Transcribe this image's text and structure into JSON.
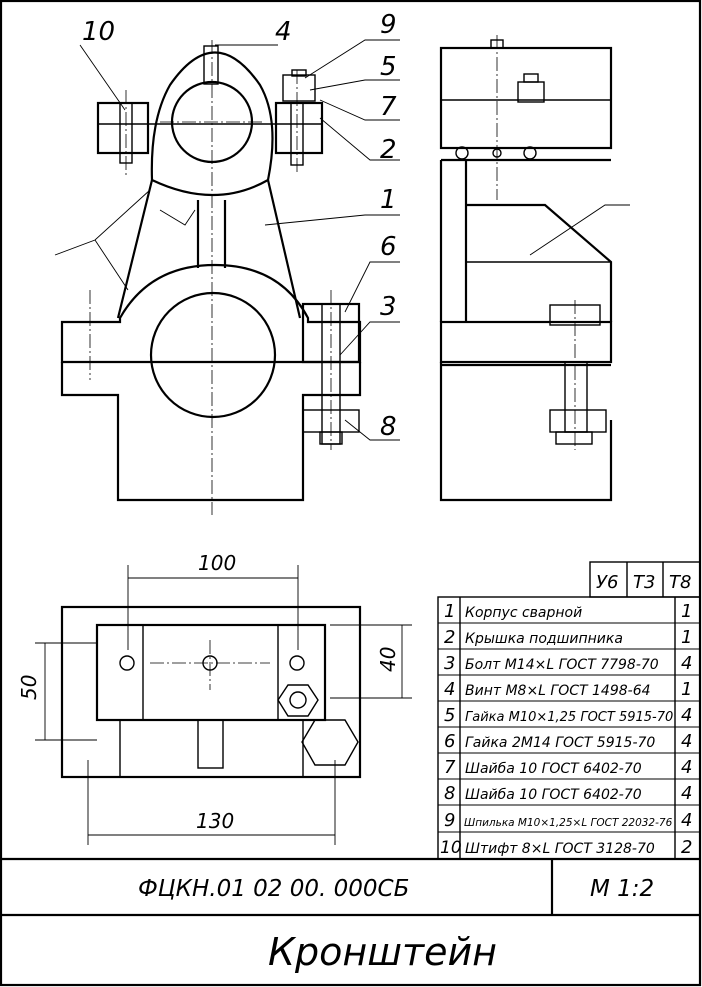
{
  "balloons": [
    "10",
    "4",
    "9",
    "5",
    "7",
    "2",
    "1",
    "6",
    "3",
    "8"
  ],
  "dimensions": {
    "width_top": "100",
    "height_left": "50",
    "height_right": "40",
    "width_bottom": "130"
  },
  "table": {
    "header": [
      "У6",
      "Т3",
      "Т8"
    ],
    "rows": [
      {
        "num": "1",
        "name": "Корпус сварной",
        "qty": "1"
      },
      {
        "num": "2",
        "name": "Крышка подшипника",
        "qty": "1"
      },
      {
        "num": "3",
        "name": "Болт М14×L ГОСТ 7798-70",
        "qty": "4"
      },
      {
        "num": "4",
        "name": "Винт М8×L ГОСТ 1498-64",
        "qty": "1"
      },
      {
        "num": "5",
        "name": "Гайка М10×1,25 ГОСТ 5915-70",
        "qty": "4"
      },
      {
        "num": "6",
        "name": "Гайка 2М14 ГОСТ 5915-70",
        "qty": "4"
      },
      {
        "num": "7",
        "name": "Шайба 10 ГОСТ 6402-70",
        "qty": "4"
      },
      {
        "num": "8",
        "name": "Шайба 10 ГОСТ 6402-70",
        "qty": "4"
      },
      {
        "num": "9",
        "name": "Шпилька М10×1,25×L ГОСТ 22032-76",
        "qty": "4"
      },
      {
        "num": "10",
        "name": "Штифт 8×L ГОСТ 3128-70",
        "qty": "2"
      }
    ]
  },
  "title_block": {
    "designation": "ФЦКН.01 02 00. 000СБ",
    "scale": "М  1:2",
    "name": "Кронштейн"
  }
}
